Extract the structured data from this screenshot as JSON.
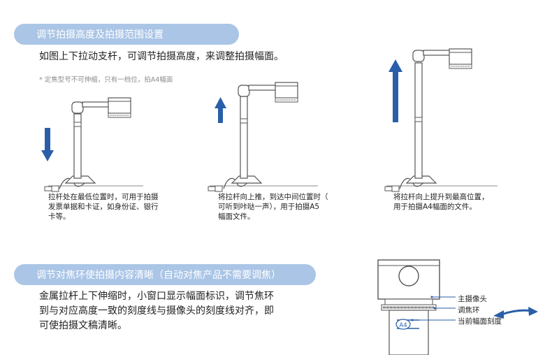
{
  "section1": {
    "title": "调节拍摄高度及拍摄范围设置",
    "lead": "如图上下拉动支杆，可调节拍摄高度，来调整拍摄幅面。",
    "note": "* 定焦型号不可伸缩，只有一档位，拍A4幅面",
    "captions": [
      [
        "拉杆处在最低位置时，可用于拍摄",
        "发票单据和卡证，如身份证、银行",
        "卡等。"
      ],
      [
        "将拉杆向上推，到达中间位置时（",
        "可听到咔哒一声），用于拍摄A5",
        "幅面文件。"
      ],
      [
        "将拉杆向上提升到最高位置，",
        "用于拍摄A4幅面的文件。"
      ]
    ]
  },
  "section2": {
    "title": "调节对焦环使拍摄内容清晰（自动对焦产品不需要调焦）",
    "paragraph": [
      "金属拉杆上下伸缩时，小窗口显示幅面标识，调节焦环",
      "到与对应高度一致的刻度线与摄像头的刻度线对齐，即",
      "可使拍摄文稿清晰。"
    ],
    "labels": {
      "main_camera": "主摄像头",
      "focus_ring": "调焦环",
      "current_scale": "当前幅面刻度"
    },
    "window_mark": "A4"
  },
  "colors": {
    "pill": "#aac5e6",
    "arrow": "#2a5ea8",
    "line": "#555555"
  }
}
